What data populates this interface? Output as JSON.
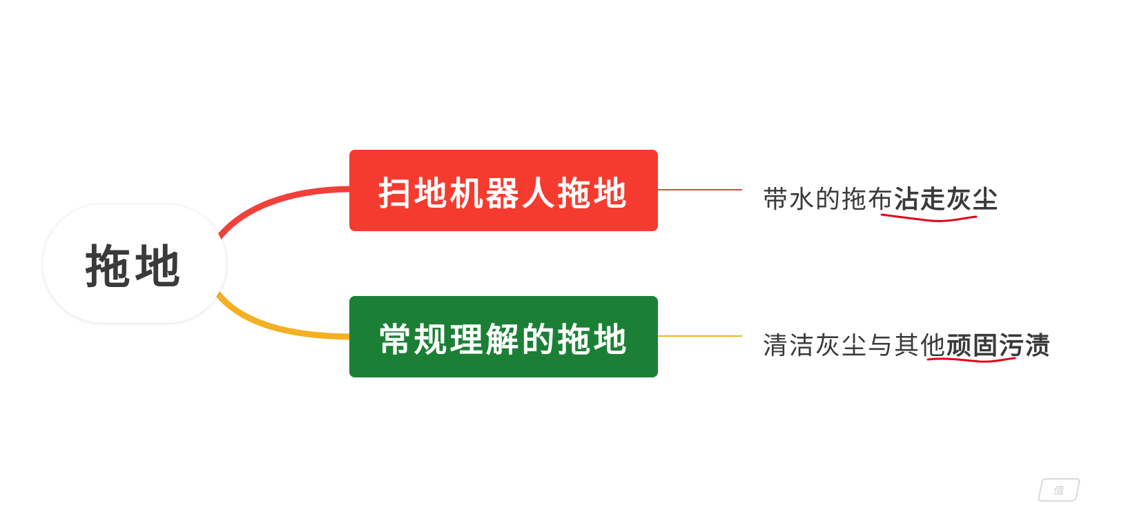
{
  "diagram": {
    "type": "mind-map",
    "root": {
      "label": "拖地"
    },
    "branches": [
      {
        "label": "扫地机器人拖地",
        "color": "#f53b2f",
        "connector_color": "#f0403a",
        "leaf": {
          "prefix": "带水的拖布",
          "emphasis": "沾走灰尘",
          "underline_color": "#e0001a"
        }
      },
      {
        "label": "常规理解的拖地",
        "color": "#1b8035",
        "connector_color": "#f4b022",
        "leaf": {
          "prefix": "清洁灰尘与其他",
          "emphasis": "顽固污渍",
          "underline_color": "#e0001a"
        }
      }
    ]
  },
  "watermark": {
    "text": "值",
    "icon": "smzdm-logo-icon"
  }
}
